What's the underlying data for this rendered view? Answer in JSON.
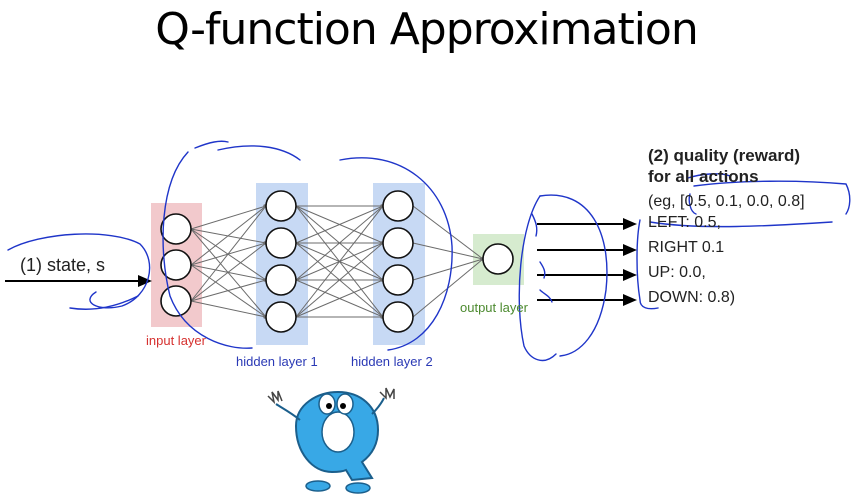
{
  "title": "Q-function Approximation",
  "input_text": "(1) state, s",
  "output_text": {
    "heading_line1": "(2) quality (reward)",
    "heading_line2": "for all actions",
    "example": "(eg, [0.5, 0.1, 0.0, 0.8]",
    "actions": [
      "LEFT: 0.5,",
      "RIGHT 0.1",
      "UP: 0.0,",
      "DOWN: 0.8)"
    ]
  },
  "layers": {
    "input": {
      "label": "input layer",
      "neurons": 3,
      "color": "#f2c9cc",
      "label_color": "#d6312f"
    },
    "hidden1": {
      "label": "hidden layer 1",
      "neurons": 4,
      "color": "#c7d9f4",
      "label_color": "#2a39b5"
    },
    "hidden2": {
      "label": "hidden layer 2",
      "neurons": 4,
      "color": "#c7d9f4",
      "label_color": "#2a39b5"
    },
    "output": {
      "label": "output layer",
      "neurons": 1,
      "color": "#d6ebcf",
      "label_color": "#4c8a2f"
    }
  },
  "colors": {
    "ink": "#1f35c9",
    "edge": "#6b6b6b",
    "mascot": "#38a8e6"
  }
}
